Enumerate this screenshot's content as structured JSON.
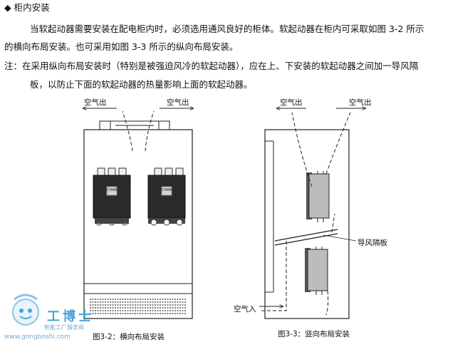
{
  "heading": {
    "bullet": "◆",
    "text": "柜内安装"
  },
  "paragraph": {
    "line1": "当软起动器需要安装在配电柜内时，必须选用通风良好的柜体。软起动器在柜内可采取如图 3-2 所示",
    "line2": "的横向布局安装。也可采用如图 3-3 所示的纵向布局安装。"
  },
  "note": {
    "line1": "注：在采用纵向布局安装时（特别是被强迫风冷的软起动器），应在上、下安装的软起动器之间加一导风隔",
    "line2": "板，以防止下面的软起动器的热量影响上面的软起动器。"
  },
  "figure_left": {
    "air_out_left": "空气出",
    "air_out_right": "空气出",
    "device_screen_text": "CHAR",
    "caption": "图3-2：横向布局安装"
  },
  "figure_right": {
    "air_out_left": "空气出",
    "air_out_right": "空气出",
    "guide_plate_label": "导风隔板",
    "air_in_label": "空气入",
    "caption": "图3-3：竖向布局安装"
  },
  "watermark": {
    "brand": "工博士",
    "subtitle": "智能工厂服务商",
    "url": "www.gongboshi.com"
  }
}
